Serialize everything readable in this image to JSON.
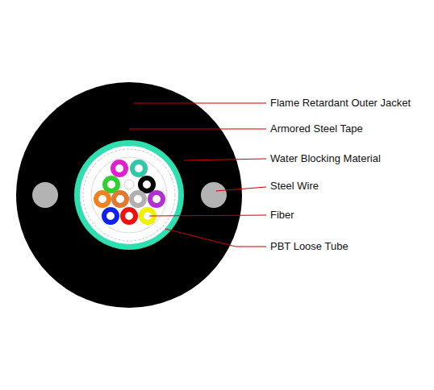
{
  "diagram": {
    "labels": [
      "Flame Retardant Outer Jacket",
      "Armored Steel Tape",
      "Water Blocking Material",
      "Steel Wire",
      "Fiber",
      "PBT Loose Tube"
    ]
  }
}
